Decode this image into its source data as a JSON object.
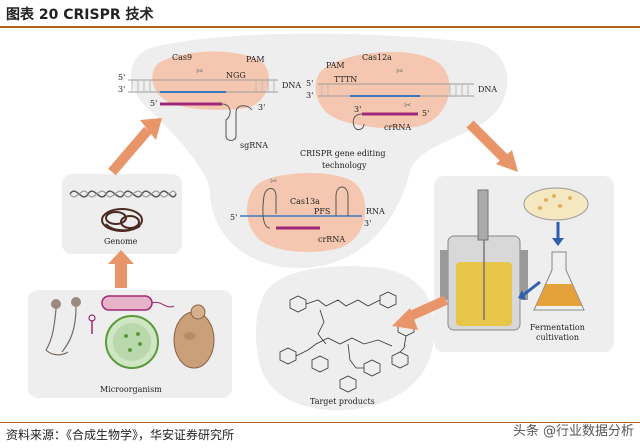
{
  "header": {
    "title": "图表 20 CRISPR 技术"
  },
  "footer": {
    "source": "资料来源：《合成生物学》，华安证券研究所",
    "watermark": "头条 @行业数据分析"
  },
  "crispr_panel": {
    "title_line1": "CRISPR gene editing",
    "title_line2": "technology",
    "cas9": {
      "name": "Cas9",
      "pam": "PAM",
      "pam_seq": "NGG",
      "dna": "DNA",
      "guide": "sgRNA",
      "five_top": "5'",
      "three_top": "3'",
      "five_bot": "5'",
      "three_bot": "3'"
    },
    "cas12a": {
      "name": "Cas12a",
      "pam": "PAM",
      "pam_seq": "TTTN",
      "dna": "DNA",
      "guide": "crRNA",
      "five_top": "5'",
      "three_top": "3'",
      "five_bot": "3'",
      "three_bot": "5'"
    },
    "cas13a": {
      "name": "Cas13a",
      "pfs": "PFS",
      "rna": "RNA",
      "guide": "crRNA",
      "five": "5'",
      "three": "3'"
    }
  },
  "genome_panel": {
    "label": "Genome"
  },
  "microorganism_panel": {
    "label": "Microorganism"
  },
  "fermentation_panel": {
    "label_line1": "Fermentation",
    "label_line2": "cultivation"
  },
  "target_panel": {
    "label": "Target products"
  },
  "colors": {
    "panel_bg": "#eeeeee",
    "cas_protein": "#f6c7b0",
    "arrow": "#e8956a",
    "blue_arrow": "#2f5fae",
    "guide_rna": "#a0287a",
    "rule": "#b06018"
  }
}
